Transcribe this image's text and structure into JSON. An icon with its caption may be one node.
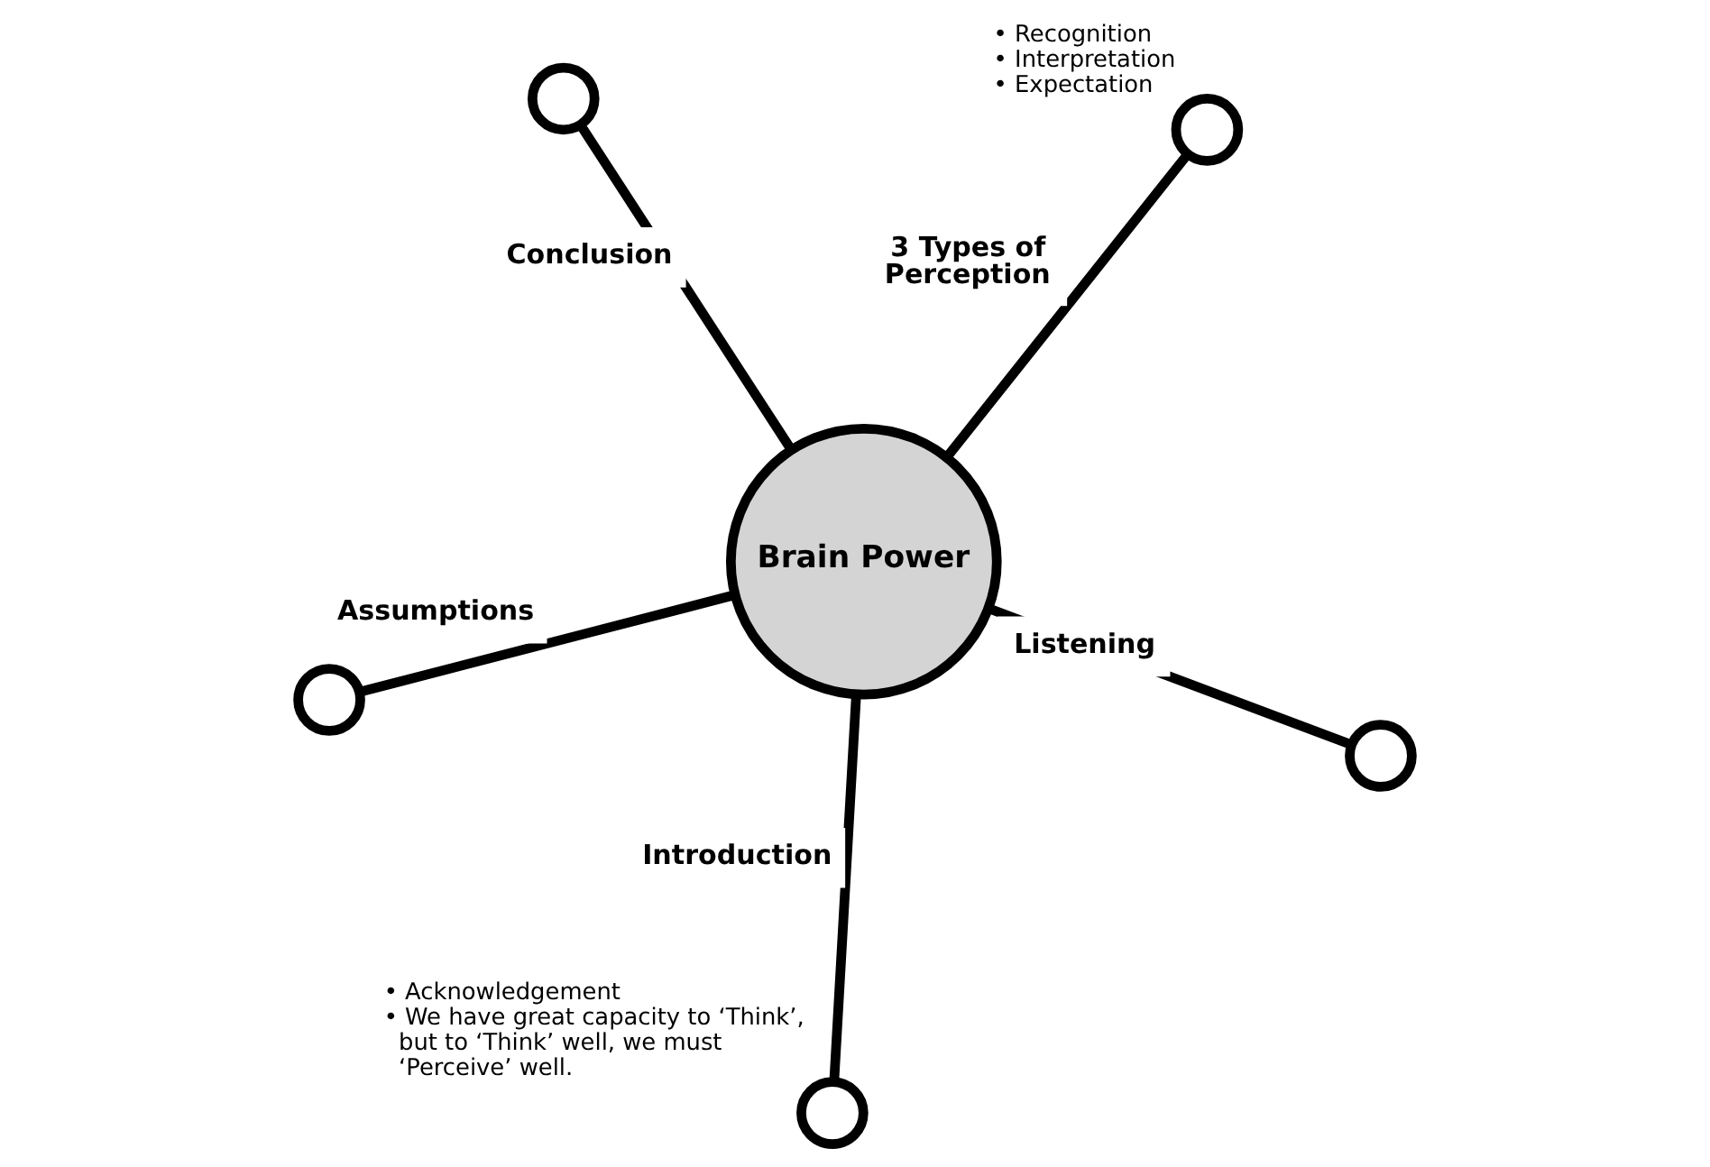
{
  "diagram": {
    "nodes": [
      {
        "text": [
          "Brain Power"
        ]
      },
      {
        "text": [],
        "shape": "circle"
      },
      {
        "text": [],
        "shape": "circle",
        "beside": [
          "• Acknowledgement",
          "• We have great capacity to ‘Think’, but to ‘Think’ well, we must ‘Perceive’ well."
        ]
      },
      {
        "text": [],
        "shape": "circle"
      },
      {
        "text": [],
        "shape": "circle",
        "beside": [
          "• Recognition",
          "• Interpretation",
          "• Expectation"
        ]
      },
      {
        "text": [],
        "shape": "circle"
      }
    ],
    "edges": [
      {
        "from": 0,
        "to": 1,
        "arrow": "none",
        "label": "Conclusion"
      },
      {
        "from": 0,
        "to": 2,
        "arrow": "none",
        "label": "Introduction"
      },
      {
        "from": 0,
        "to": 4,
        "arrow": "none",
        "label": "3 Types of Perception"
      },
      {
        "from": 0,
        "to": 5,
        "arrow": "none",
        "label": "Assumptions"
      },
      {
        "from": 0,
        "to": 3,
        "arrow": "none",
        "label": "Listening"
      }
    ]
  }
}
